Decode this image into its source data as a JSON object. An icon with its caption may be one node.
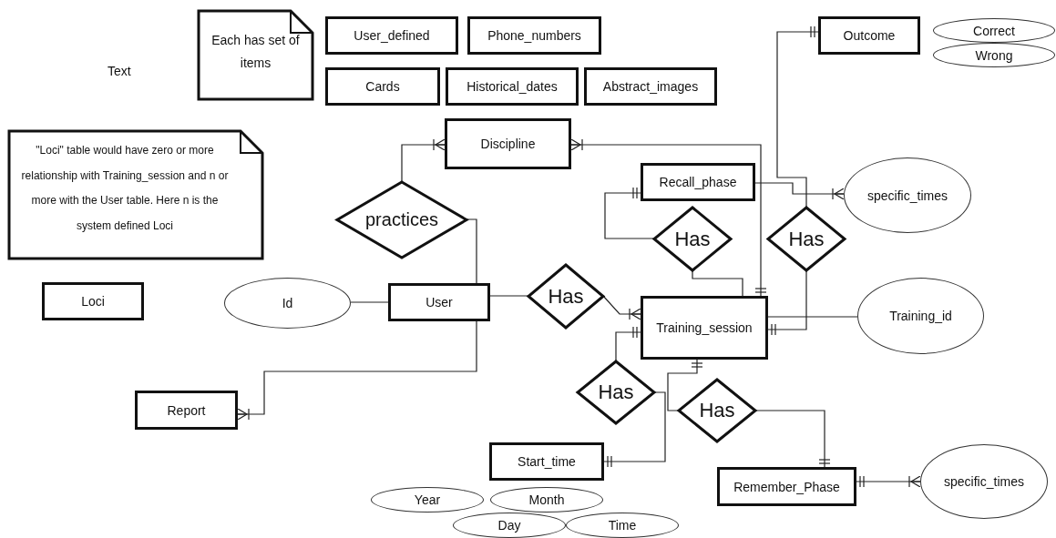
{
  "diagram": {
    "nodes": [
      {
        "text": [
          "Each has set of items"
        ]
      },
      {
        "text": [
          "User_defined"
        ]
      },
      {
        "text": [
          "Phone_numbers"
        ]
      },
      {
        "text": [
          "Cards"
        ]
      },
      {
        "text": [
          "Historical_dates"
        ]
      },
      {
        "text": [
          "Abstract_images"
        ]
      },
      {
        "text": [
          "\"Loci\" table would have zero or more relationship with Training_session and n or more with the User table. Here n is the system defined Loci"
        ]
      },
      {
        "text": [
          "Discipline"
        ]
      },
      {
        "text": [
          "Outcome"
        ]
      },
      {
        "text": [
          "Correct"
        ]
      },
      {
        "text": [
          "Wrong"
        ]
      },
      {
        "text": [
          "practices"
        ]
      },
      {
        "text": [
          "Recall_phase"
        ]
      },
      {
        "text": [
          "specific_times"
        ]
      },
      {
        "text": [
          "Has"
        ]
      },
      {
        "text": [
          "Has"
        ]
      },
      {
        "text": [
          "Loci"
        ]
      },
      {
        "text": [
          "Id"
        ]
      },
      {
        "text": [
          "User"
        ]
      },
      {
        "text": [
          "Has"
        ]
      },
      {
        "text": [
          "Training_session"
        ]
      },
      {
        "text": [
          "Training_id"
        ]
      },
      {
        "text": [
          "Report"
        ]
      },
      {
        "text": [
          "Has"
        ]
      },
      {
        "text": [
          "Has"
        ]
      },
      {
        "text": [
          "Start_time"
        ]
      },
      {
        "text": [
          "Remember_Phase"
        ]
      },
      {
        "text": [
          "specific_times"
        ]
      },
      {
        "text": [
          "Year"
        ]
      },
      {
        "text": [
          "Month"
        ]
      },
      {
        "text": [
          "Day"
        ]
      },
      {
        "text": [
          "Time"
        ]
      }
    ],
    "edges": [
      {
        "from": 17,
        "to": 18,
        "arrow": "none"
      },
      {
        "from": 18,
        "to": 11,
        "arrow": "none"
      },
      {
        "from": 11,
        "to": 7,
        "arrow": "other"
      },
      {
        "from": 20,
        "to": 7,
        "arrow": "other"
      },
      {
        "from": 14,
        "to": 12,
        "arrow": "other"
      },
      {
        "from": 20,
        "to": 14,
        "arrow": "none"
      },
      {
        "from": 12,
        "to": 13,
        "arrow": "other"
      },
      {
        "from": 15,
        "to": 8,
        "arrow": "other"
      },
      {
        "from": 20,
        "to": 15,
        "arrow": "other"
      },
      {
        "from": 20,
        "to": 21,
        "arrow": "none"
      },
      {
        "from": 18,
        "to": 19,
        "arrow": "none"
      },
      {
        "from": 19,
        "to": 20,
        "arrow": "other"
      },
      {
        "from": 18,
        "to": 22,
        "arrow": "other"
      },
      {
        "from": 23,
        "to": 20,
        "arrow": "other"
      },
      {
        "from": 23,
        "to": 25,
        "arrow": "other"
      },
      {
        "from": 24,
        "to": 20,
        "arrow": "other"
      },
      {
        "from": 24,
        "to": 26,
        "arrow": "other"
      },
      {
        "from": 26,
        "to": 27,
        "arrow": "other"
      }
    ],
    "labels": [
      "Text"
    ]
  }
}
